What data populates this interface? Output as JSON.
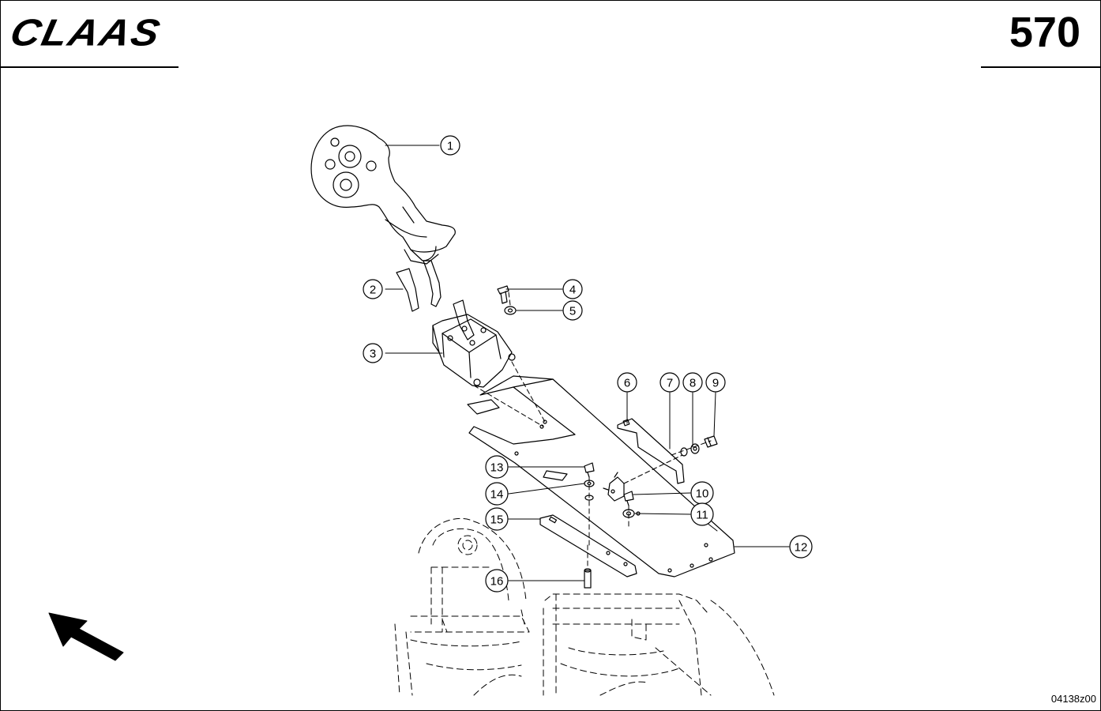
{
  "header": {
    "brand": "CLAAS",
    "page_number": "570"
  },
  "footer": {
    "drawing_id": "04138z00"
  },
  "callouts": [
    "1",
    "2",
    "3",
    "4",
    "5",
    "6",
    "7",
    "8",
    "9",
    "10",
    "11",
    "12",
    "13",
    "14",
    "15",
    "16"
  ],
  "colors": {
    "line": "#000000",
    "background": "#ffffff"
  },
  "icons": {
    "direction_arrow": "arrow-up-left-icon"
  }
}
